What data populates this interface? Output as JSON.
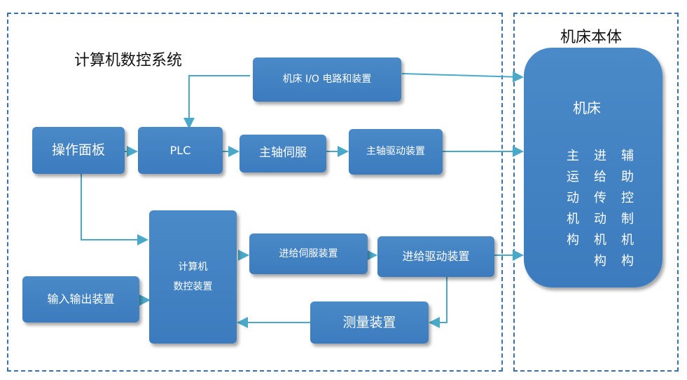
{
  "section_titles": {
    "cnc_system": "计算机数控系统",
    "machine_body": "机床本体"
  },
  "boxes": {
    "operation_panel": "操作面板",
    "plc": "PLC",
    "io_circuit": "机床 I/O 电路和装置",
    "spindle_servo": "主轴伺服",
    "spindle_drive": "主轴驱动装置",
    "cnc_device": "计算机\n数控装置",
    "feed_servo": "进给伺服装置",
    "feed_drive": "进给驱动装置",
    "io_device": "输入输出装置",
    "measurement": "测量装置"
  },
  "machine": {
    "title": "机床",
    "mechanisms": [
      "主运动机构",
      "进给传动机构",
      "辅助控制机构"
    ]
  },
  "colors": {
    "box": "#3c7bbd",
    "arrow": "#4aa8c8",
    "frame": "#3a6fa8"
  }
}
